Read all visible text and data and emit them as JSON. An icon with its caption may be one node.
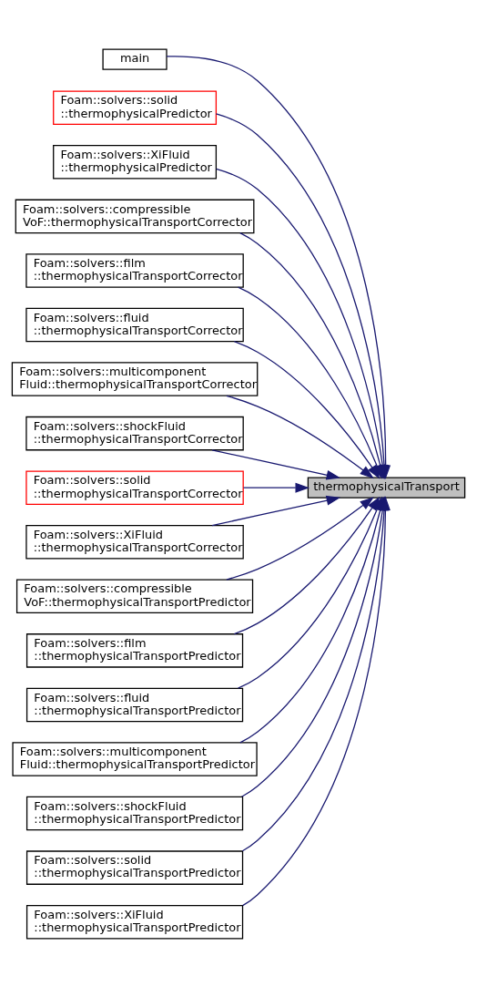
{
  "diagram": {
    "nodes": [
      {
        "text": [
          "main"
        ]
      },
      {
        "text": [
          "Foam::solvers::solid ::thermophysicalPredictor"
        ]
      },
      {
        "text": [
          "Foam::solvers::XiFluid ::thermophysicalPredictor"
        ]
      },
      {
        "text": [
          "Foam::solvers::compressible VoF::thermophysicalTransportCorrector"
        ]
      },
      {
        "text": [
          "Foam::solvers::film ::thermophysicalTransportCorrector"
        ]
      },
      {
        "text": [
          "Foam::solvers::fluid ::thermophysicalTransportCorrector"
        ]
      },
      {
        "text": [
          "Foam::solvers::multicomponent Fluid::thermophysicalTransportCorrector"
        ]
      },
      {
        "text": [
          "Foam::solvers::shockFluid ::thermophysicalTransportCorrector"
        ]
      },
      {
        "text": [
          "Foam::solvers::solid ::thermophysicalTransportCorrector"
        ]
      },
      {
        "text": [
          "Foam::solvers::XiFluid ::thermophysicalTransportCorrector"
        ]
      },
      {
        "text": [
          "Foam::solvers::compressible VoF::thermophysicalTransportPredictor"
        ]
      },
      {
        "text": [
          "Foam::solvers::film ::thermophysicalTransportPredictor"
        ]
      },
      {
        "text": [
          "Foam::solvers::fluid ::thermophysicalTransportPredictor"
        ]
      },
      {
        "text": [
          "Foam::solvers::multicomponent Fluid::thermophysicalTransportPredictor"
        ]
      },
      {
        "text": [
          "Foam::solvers::shockFluid ::thermophysicalTransportPredictor"
        ]
      },
      {
        "text": [
          "Foam::solvers::solid ::thermophysicalTransportPredictor"
        ]
      },
      {
        "text": [
          "Foam::solvers::XiFluid ::thermophysicalTransportPredictor"
        ]
      },
      {
        "text": [
          "thermophysicalTransport"
        ]
      }
    ],
    "edges": [
      {
        "from": 0,
        "to": 17,
        "arrow": "to"
      },
      {
        "from": 1,
        "to": 17,
        "arrow": "to"
      },
      {
        "from": 2,
        "to": 17,
        "arrow": "to"
      },
      {
        "from": 3,
        "to": 17,
        "arrow": "to"
      },
      {
        "from": 4,
        "to": 17,
        "arrow": "to"
      },
      {
        "from": 5,
        "to": 17,
        "arrow": "to"
      },
      {
        "from": 6,
        "to": 17,
        "arrow": "to"
      },
      {
        "from": 7,
        "to": 17,
        "arrow": "to"
      },
      {
        "from": 8,
        "to": 17,
        "arrow": "to"
      },
      {
        "from": 9,
        "to": 17,
        "arrow": "to"
      },
      {
        "from": 10,
        "to": 17,
        "arrow": "to"
      },
      {
        "from": 11,
        "to": 17,
        "arrow": "to"
      },
      {
        "from": 12,
        "to": 17,
        "arrow": "to"
      },
      {
        "from": 13,
        "to": 17,
        "arrow": "to"
      },
      {
        "from": 14,
        "to": 17,
        "arrow": "to"
      },
      {
        "from": 15,
        "to": 17,
        "arrow": "to"
      },
      {
        "from": 16,
        "to": 17,
        "arrow": "to"
      }
    ]
  }
}
